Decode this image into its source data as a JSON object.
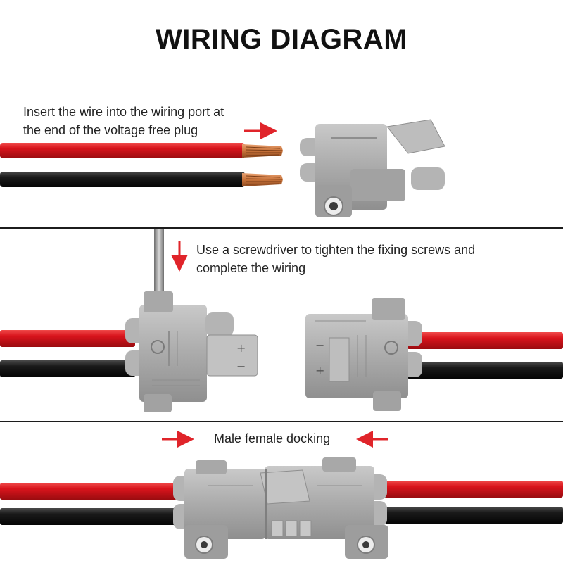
{
  "title": "WIRING DIAGRAM",
  "step1": {
    "line1": "Insert the wire into the wiring port at",
    "line2": "the end of the voltage free plug"
  },
  "step2": {
    "line1": "Use a screwdriver to tighten the fixing screws and",
    "line2": "complete the wiring",
    "plus_sign": "+",
    "minus_sign": "−"
  },
  "step3": {
    "label": "Male female docking"
  },
  "colors": {
    "red_wire": "#d8141c",
    "black_wire": "#1a1a1a",
    "copper": "#c8733a",
    "housing": "#a9a9a9",
    "arrow": "#e0242a",
    "divider": "#1c1c1c"
  }
}
